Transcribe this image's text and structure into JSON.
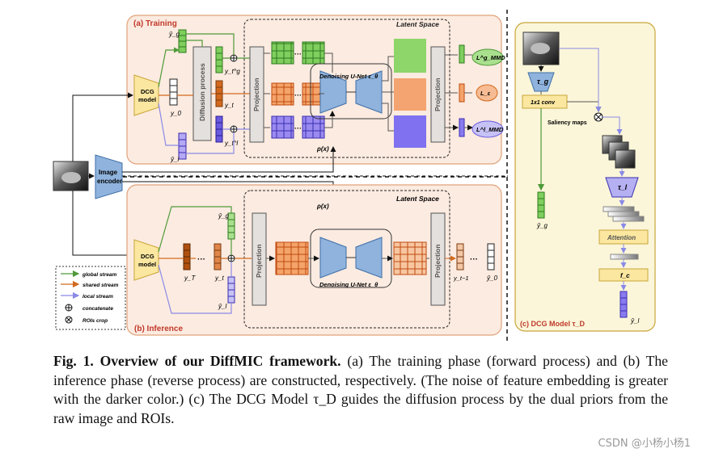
{
  "figure": {
    "training": {
      "label": "(a) Training",
      "latent_space": "Latent Space",
      "dcg_line1": "DCG",
      "dcg_line2": "model",
      "diffusion_process": "Diffusion process",
      "projection": "Projection",
      "unet": "Denoising U-Net ε_θ",
      "rho": "ρ(x)",
      "y_global": "ŷ_g",
      "y_local": "ŷ_l",
      "y0": "y_0",
      "yt_g": "y_t^g",
      "yt": "y_t",
      "yt_l": "y_t^l",
      "loss_g": "L^g_MMD",
      "loss_e": "L_ε",
      "loss_l": "L^l_MMD",
      "dots": "···"
    },
    "encoder": {
      "line1": "Image",
      "line2": "encoder"
    },
    "inference": {
      "label": "(b) Inference",
      "latent_space": "Latent Space",
      "dcg_line1": "DCG",
      "dcg_line2": "model",
      "projection": "Projection",
      "unet": "Denoising U-Net ε_θ",
      "rho": "ρ(x)",
      "y_global": "ŷ_g",
      "y_local": "ŷ_l",
      "yT": "y_T",
      "yt": "y_t",
      "yt1": "y_t−1",
      "y0": "ŷ_0",
      "dots": "···"
    },
    "legend": {
      "items": [
        {
          "label": "global stream",
          "color": "#4f9a3a"
        },
        {
          "label": "shared stream",
          "color": "#d2691e"
        },
        {
          "label": "local stream",
          "color": "#8a8ae8"
        },
        {
          "label": "concatenate"
        },
        {
          "label": "ROIs crop"
        }
      ]
    },
    "dcg_model": {
      "label": "(c) DCG Model τ_D",
      "tau_g": "τ_g",
      "conv": "1x1 conv",
      "saliency": "Saliency maps",
      "tau_l": "τ_l",
      "attention": "Attention",
      "fc": "f_c",
      "y_global": "ŷ_g",
      "y_local": "ŷ_l"
    },
    "colors": {
      "global": "#4f9a3a",
      "shared": "#d2691e",
      "local": "#8a8ae8",
      "training_bg": "#fcebe0",
      "dcg_bg": "#fbf6d9",
      "encoder": "#8fb3dd"
    }
  },
  "caption": {
    "head": "Fig. 1. Overview of our DiffMIC framework.",
    "body": " (a) The training phase (forward process) and (b) The inference phase (reverse process) are constructed, respectively. (The noise of feature embedding is greater with the darker color.) (c) The DCG Model τ_D guides the diffusion process by the dual priors from the raw image and ROIs."
  },
  "watermark": "CSDN @小杨小杨1"
}
